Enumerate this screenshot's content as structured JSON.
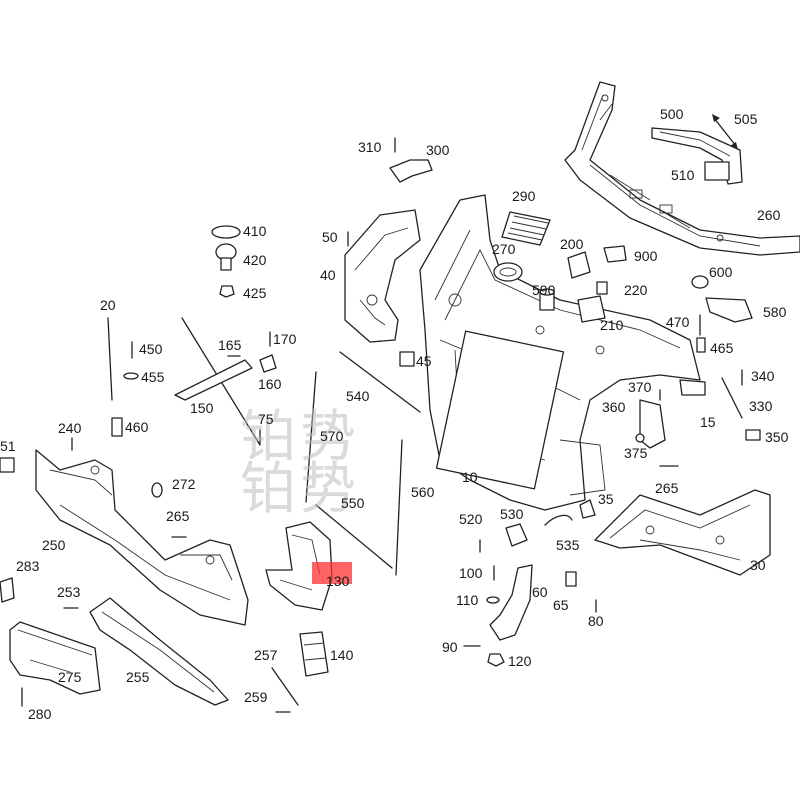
{
  "watermark": {
    "line1": "铂",
    "line2": "势",
    "line3": "铂势"
  },
  "highlight_color": "#ff3030",
  "labels": {
    "l10": "10",
    "l15": "15",
    "l20": "20",
    "l30": "30",
    "l35": "35",
    "l40": "40",
    "l45": "45",
    "l50": "50",
    "l51": "51",
    "l60": "60",
    "l65": "65",
    "l75": "75",
    "l80": "80",
    "l90": "90",
    "l100": "100",
    "l110": "110",
    "l120": "120",
    "l130": "130",
    "l140": "140",
    "l150": "150",
    "l160": "160",
    "l165": "165",
    "l170": "170",
    "l200": "200",
    "l210": "210",
    "l220": "220",
    "l240": "240",
    "l250": "250",
    "l253": "253",
    "l255": "255",
    "l257": "257",
    "l259": "259",
    "l260": "260",
    "l265a": "265",
    "l265b": "265",
    "l270": "270",
    "l272": "272",
    "l275": "275",
    "l280": "280",
    "l283": "283",
    "l290": "290",
    "l300": "300",
    "l310": "310",
    "l330": "330",
    "l340": "340",
    "l350": "350",
    "l360": "360",
    "l370": "370",
    "l375": "375",
    "l410": "410",
    "l420": "420",
    "l425": "425",
    "l450": "450",
    "l455": "455",
    "l460": "460",
    "l465": "465",
    "l470": "470",
    "l500": "500",
    "l505": "505",
    "l510": "510",
    "l520": "520",
    "l530": "530",
    "l535": "535",
    "l540": "540",
    "l550": "550",
    "l560": "560",
    "l570": "570",
    "l580": "580",
    "l590": "590",
    "l600": "600",
    "l900": "900"
  }
}
